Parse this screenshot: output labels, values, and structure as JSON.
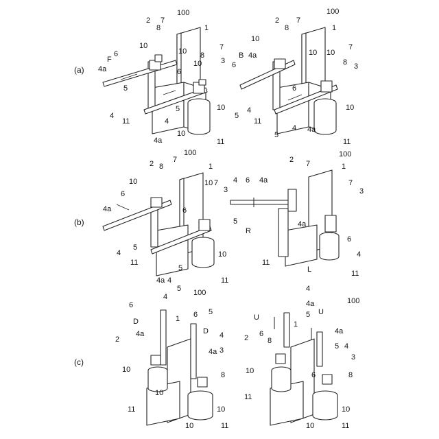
{
  "panels": [
    {
      "id": "a",
      "label": "(a)"
    },
    {
      "id": "b",
      "label": "(b)"
    },
    {
      "id": "c",
      "label": "(c)"
    }
  ],
  "callouts": {
    "a_left": [
      "2",
      "7",
      "100",
      "8",
      "1",
      "10",
      "10",
      "F",
      "6",
      "4a",
      "10",
      "8",
      "7",
      "3",
      "6",
      "5",
      "10",
      "4",
      "11",
      "5",
      "4",
      "4a",
      "10",
      "11"
    ],
    "a_right": [
      "2",
      "7",
      "100",
      "8",
      "1",
      "10",
      "B",
      "4a",
      "10",
      "6",
      "10",
      "7",
      "8",
      "3",
      "6",
      "5",
      "4",
      "11",
      "5",
      "4",
      "4a",
      "10",
      "11"
    ],
    "b_left": [
      "2",
      "8",
      "7",
      "100",
      "1",
      "10",
      "6",
      "10",
      "7",
      "3",
      "4a",
      "6",
      "5",
      "4",
      "11",
      "5",
      "10",
      "4a",
      "4",
      "11"
    ],
    "b_right": [
      "2",
      "7",
      "100",
      "1",
      "4",
      "6",
      "4a",
      "7",
      "3",
      "5",
      "R",
      "4a",
      "11",
      "6",
      "L",
      "4",
      "11"
    ],
    "c_left": [
      "5",
      "4",
      "100",
      "6",
      "1",
      "6",
      "5",
      "D",
      "4a",
      "D",
      "4",
      "2",
      "4a",
      "3",
      "10",
      "8",
      "10",
      "11",
      "10",
      "10",
      "11"
    ],
    "c_right": [
      "4",
      "4a",
      "100",
      "U",
      "5",
      "U",
      "1",
      "6",
      "2",
      "8",
      "4a",
      "4",
      "5",
      "3",
      "10",
      "6",
      "8",
      "11",
      "10",
      "10",
      "11"
    ]
  }
}
